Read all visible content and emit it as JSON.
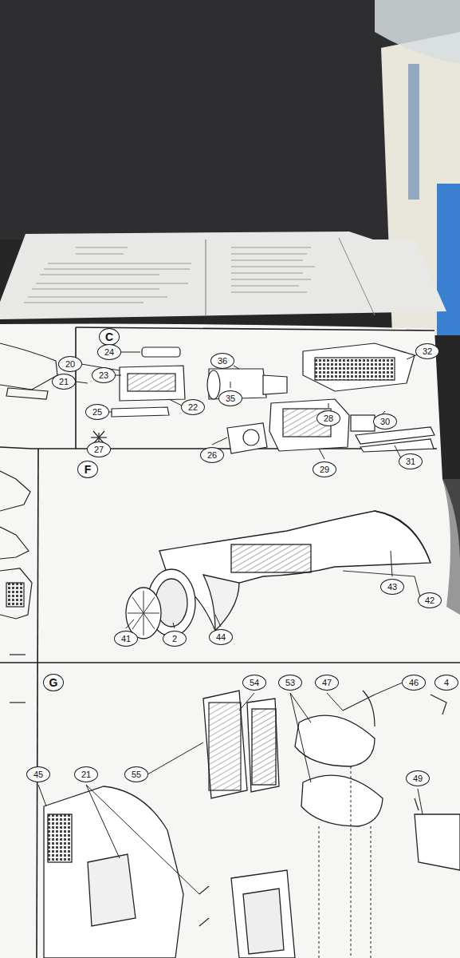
{
  "diagram": {
    "labels": [
      "C",
      "24",
      "36",
      "32",
      "20",
      "23",
      "21",
      "35",
      "22",
      "25",
      "28",
      "30",
      "27",
      "26",
      "31",
      "29",
      "F",
      "43",
      "42",
      "44",
      "41",
      "2",
      "G",
      "54",
      "53",
      "47",
      "46",
      "4",
      "45",
      "21",
      "55",
      "49"
    ]
  }
}
